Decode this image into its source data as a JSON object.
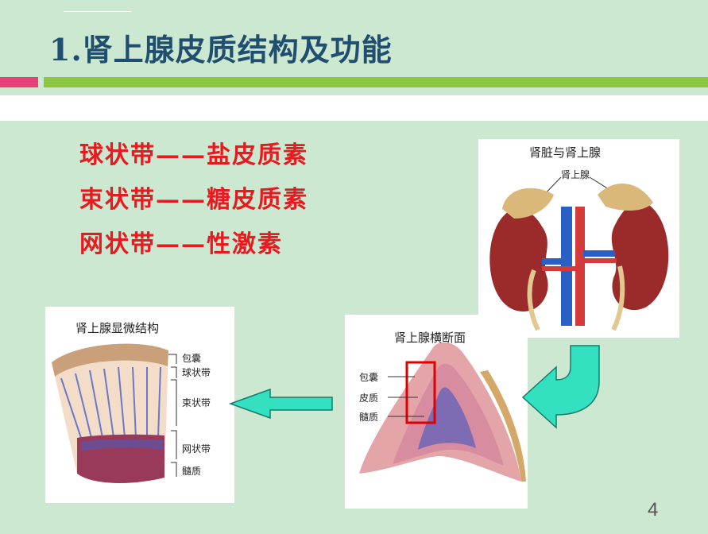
{
  "title": "1.肾上腺皮质结构及功能",
  "zones": [
    "球状带——盐皮质素",
    "束状带——糖皮质素",
    "网状带——性激素"
  ],
  "kidney_panel": {
    "title": "肾脏与肾上腺",
    "label": "肾上腺"
  },
  "cross_panel": {
    "title": "肾上腺横断面",
    "labels": [
      "包囊",
      "皮质",
      "髓质"
    ]
  },
  "micro_panel": {
    "title": "肾上腺显微结构",
    "labels": [
      "包囊",
      "球状带",
      "束状带",
      "网状带",
      "髓质"
    ]
  },
  "page_number": "4",
  "colors": {
    "title": "#1f4e6e",
    "zone_text": "#e8191f",
    "accent_pink": "#e8407a",
    "accent_green": "#8dc63f",
    "arrow": "#33e0c0"
  }
}
